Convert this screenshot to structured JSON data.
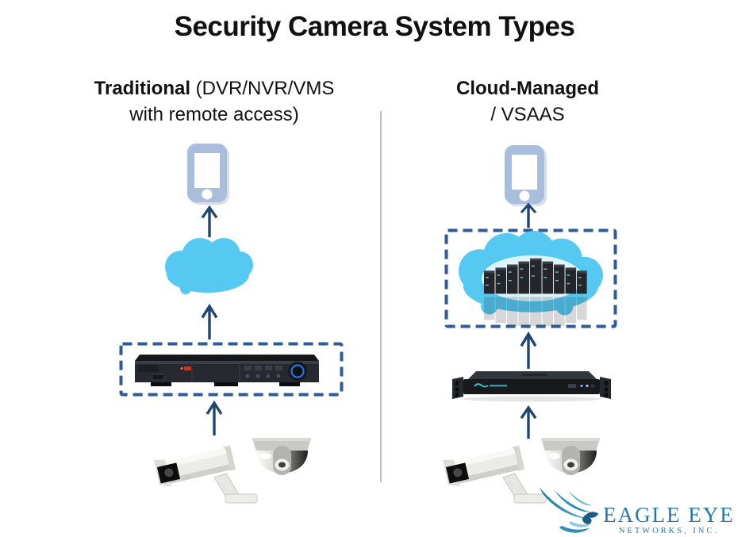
{
  "title": "Security Camera System Types",
  "columns": [
    {
      "id": "traditional",
      "heading_bold": "Traditional",
      "heading_rest": " (DVR/NVR/VMS",
      "heading_line2": "with remote access)",
      "flow_bottom_to_top": [
        "security-cameras",
        "dvr-nvr-recorder",
        "internet-cloud",
        "smartphone"
      ]
    },
    {
      "id": "cloud-managed",
      "heading_bold": "Cloud-Managed",
      "heading_line2": "/ VSAAS",
      "flow_bottom_to_top": [
        "security-cameras",
        "cloud-managed-appliance",
        "cloud-datacenter-servers",
        "smartphone"
      ]
    }
  ],
  "logo": {
    "name": "EAGLE EYE",
    "subtitle": "NETWORKS, INC."
  },
  "icons": {
    "smartphone": "smartphone-icon",
    "cloud": "cloud-icon",
    "cloud_servers": "cloud-datacenter-icon",
    "dvr": "dvr-recorder-icon",
    "rack_appliance": "rack-appliance-icon",
    "cameras": "security-cameras-icon",
    "arrow": "arrow-up-icon",
    "eagle": "eagle-logo-icon"
  },
  "colors": {
    "cloud_blue": "#55c9f2",
    "arrow_navy": "#1f4571",
    "dashed_border_blue": "#2e5b97",
    "phone_body": "#a9bddd",
    "divider_gray": "#b5c5d0",
    "logo_blue": "#2878a3",
    "title_black": "#111111"
  }
}
